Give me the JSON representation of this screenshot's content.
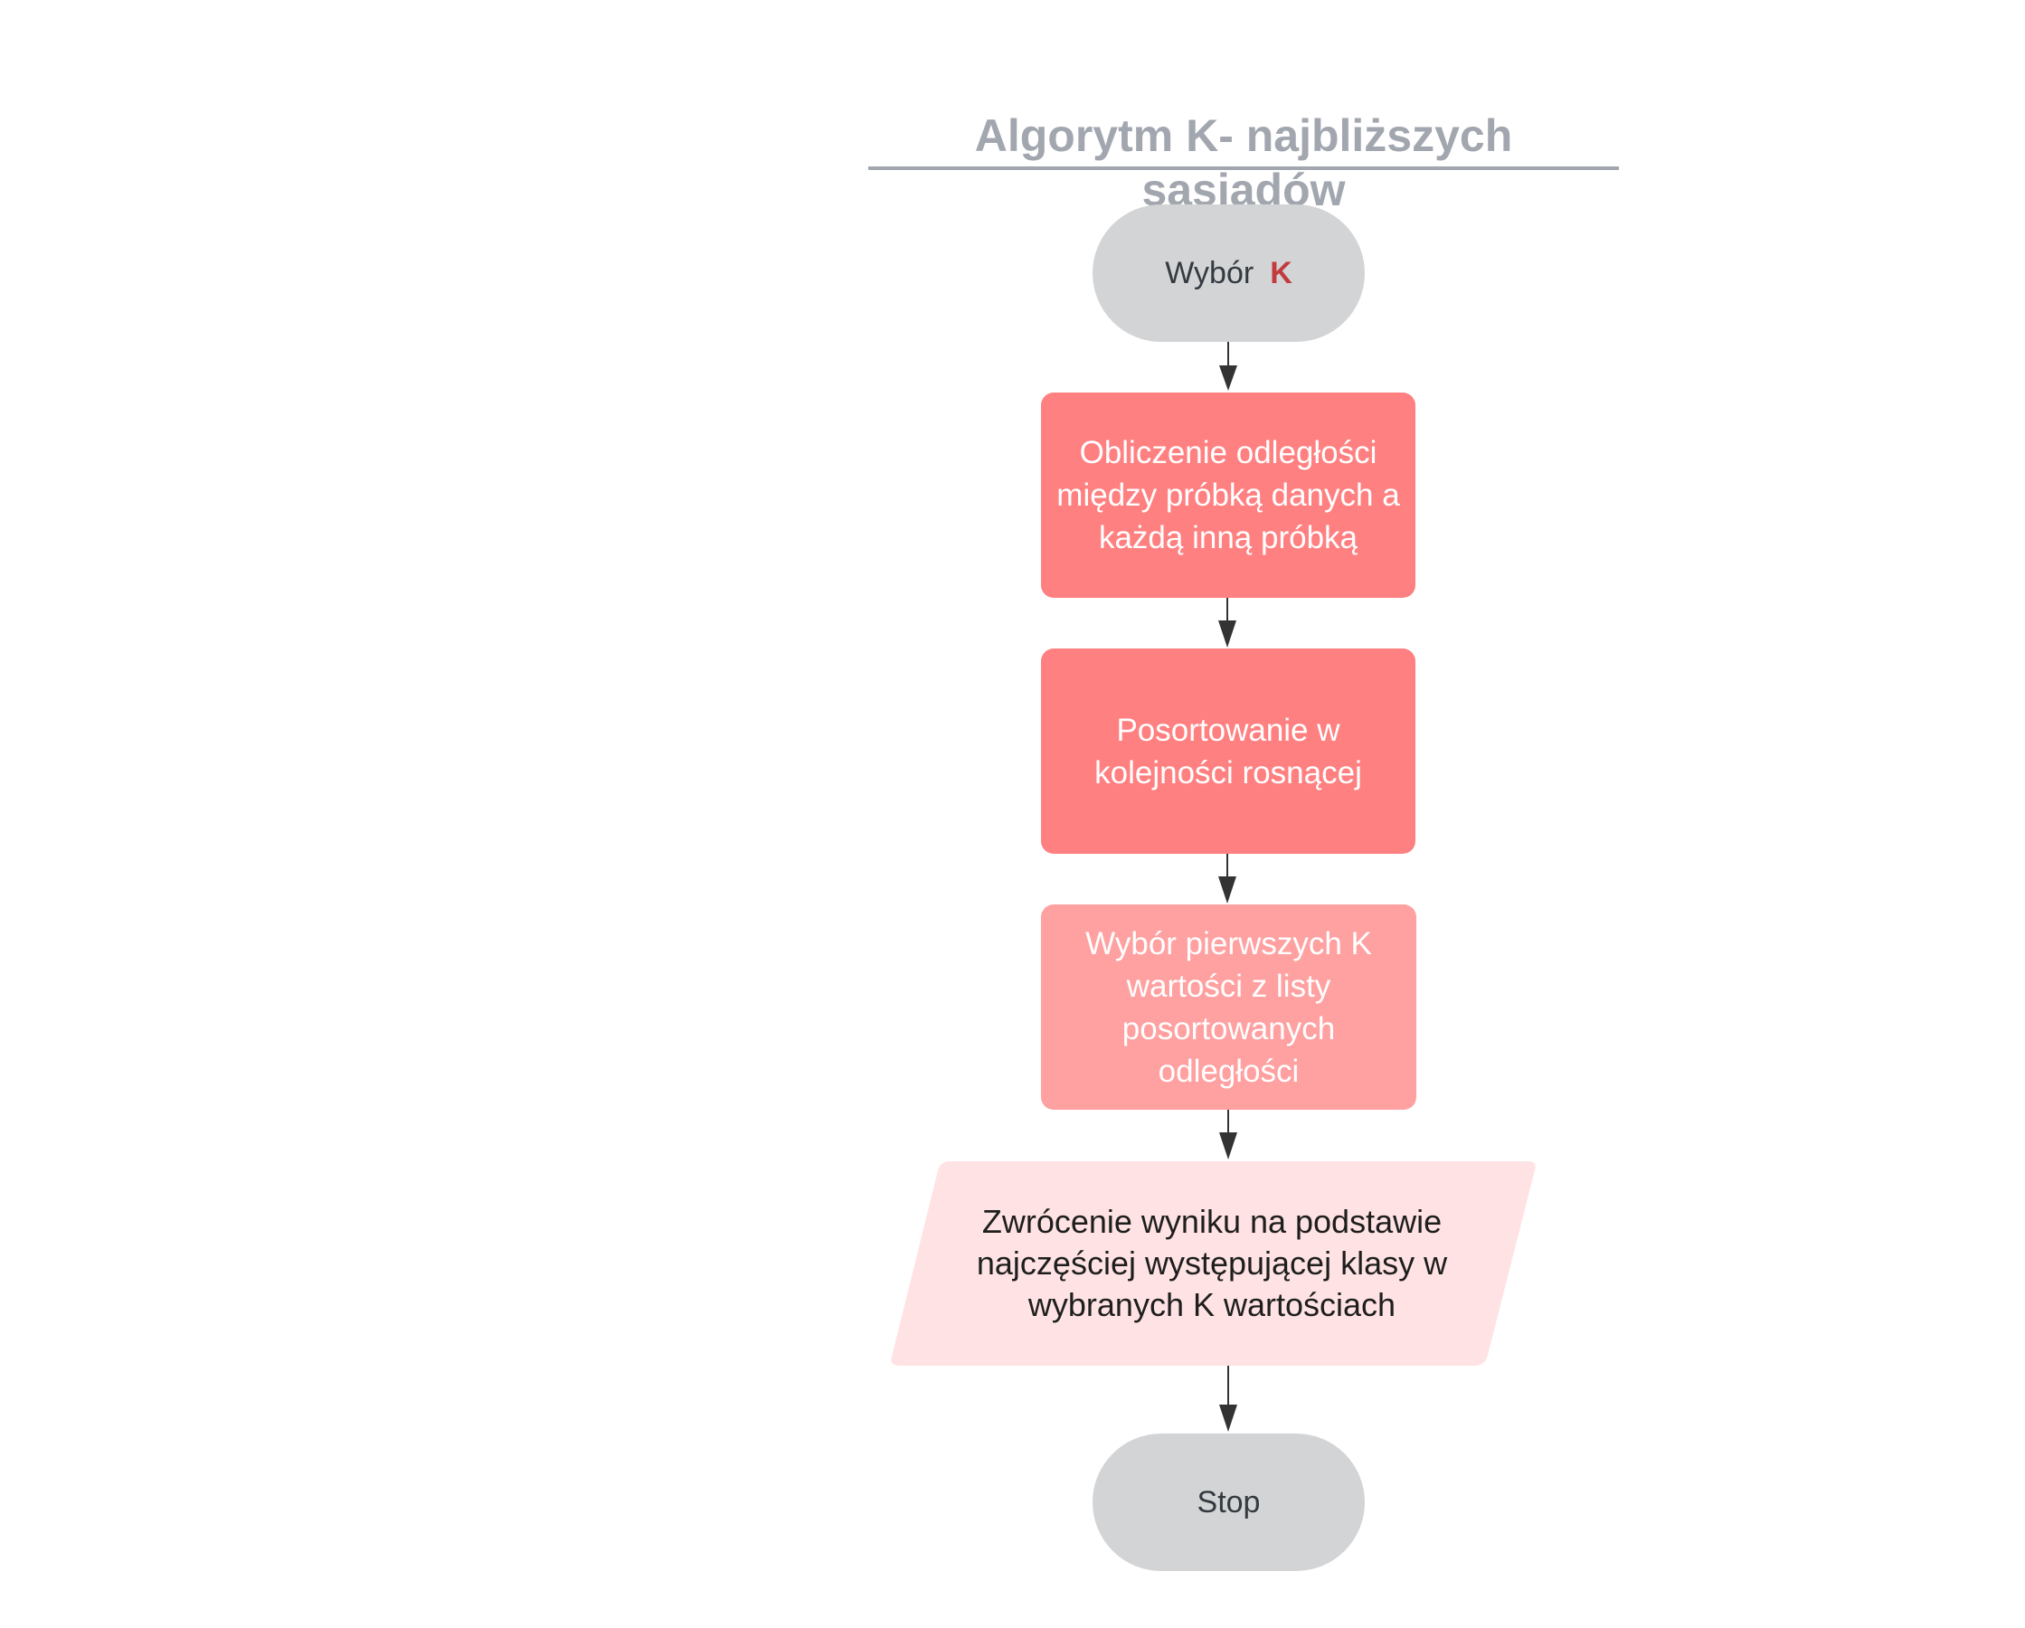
{
  "diagram": {
    "title": "Algorytm K- najbliższych sąsiadów",
    "nodes": {
      "start": {
        "label": "Wybór",
        "accent": "K"
      },
      "distance": {
        "label": "Obliczenie odległości między próbką danych a każdą inną próbką"
      },
      "sort": {
        "label": "Posortowanie w kolejności rosnącej"
      },
      "select": {
        "label": "Wybór  pierwszych K wartości z listy posortowanych odległości"
      },
      "result": {
        "label": "Zwrócenie wyniku na podstawie najczęściej występującej klasy w wybranych K wartościach"
      },
      "stop": {
        "label": "Stop"
      }
    },
    "edges": [
      {
        "from": "start",
        "to": "distance"
      },
      {
        "from": "distance",
        "to": "sort"
      },
      {
        "from": "sort",
        "to": "select"
      },
      {
        "from": "select",
        "to": "result"
      },
      {
        "from": "result",
        "to": "stop"
      }
    ],
    "colors": {
      "title": "#a2a6ae",
      "terminal": "#d3d4d6",
      "process_dark": "#ff8081",
      "process_light": "#ffa0a1",
      "io": "#ffe3e4",
      "accent": "#c23b3e",
      "arrow": "#333333"
    }
  }
}
